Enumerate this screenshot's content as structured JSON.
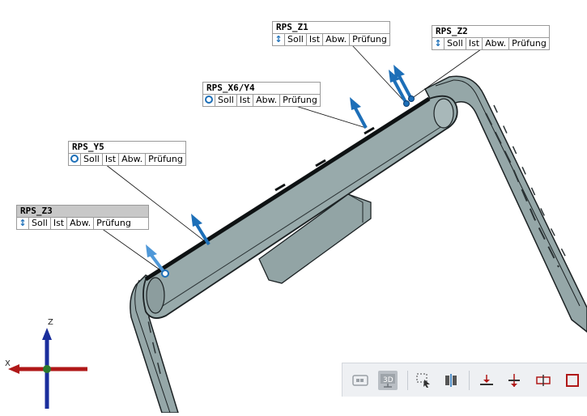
{
  "rps_labels": [
    {
      "name": "RPS_Z1",
      "symbol": "arrow-up-icon"
    },
    {
      "name": "RPS_Z2",
      "symbol": "arrow-up-icon"
    },
    {
      "name": "RPS_X6/Y4",
      "symbol": "circle-icon"
    },
    {
      "name": "RPS_Y5",
      "symbol": "circle-icon"
    },
    {
      "name": "RPS_Z3",
      "symbol": "arrow-up-icon"
    }
  ],
  "columns": {
    "soll": "Soll",
    "ist": "Ist",
    "abw": "Abw.",
    "pruefung": "Prüfung"
  },
  "axes": {
    "z": "Z",
    "x": "X"
  },
  "arrow_symbol": "↕",
  "toolbar": {
    "items": [
      "screen-view-icon",
      "3d-view-icon",
      "box-select-icon",
      "split-view-icon",
      "section-plane-icon",
      "section-move-icon",
      "clip-icon",
      "frame-icon"
    ],
    "label_3d": "3D"
  },
  "colors": {
    "accent": "#1d6fb8",
    "part_fill": "#93a4a5",
    "part_edge": "#1c2224",
    "axis_z": "#1a2e9c",
    "axis_x": "#b01818",
    "origin": "#2d7a2d"
  }
}
